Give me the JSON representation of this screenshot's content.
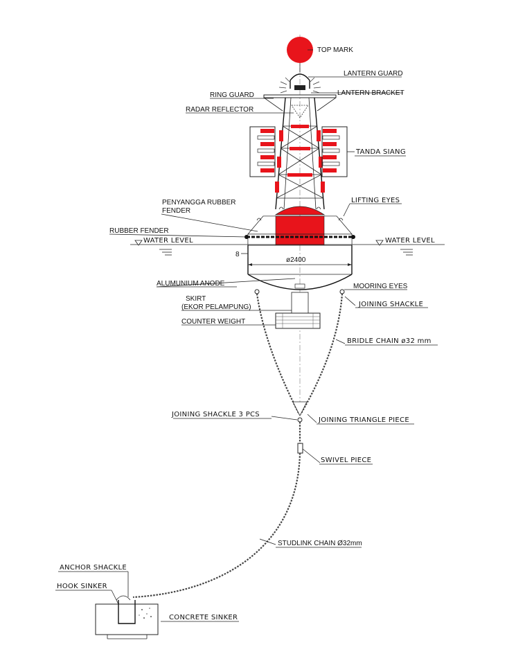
{
  "colors": {
    "red": "#e8141b",
    "line": "#222222"
  },
  "labels": {
    "top_mark": "TOP MARK",
    "lantern_guard": "LANTERN GUARD",
    "ring_guard": "RING GUARD",
    "lantern_bracket": "LANTERN BRACKET",
    "radar_reflector": "RADAR REFLECTOR",
    "tanda_siang": "TANDA SIANG",
    "penyangga_line1": "PENYANGGA RUBBER",
    "penyangga_line2": "FENDER",
    "lifting_eyes": "LIFTING EYES",
    "rubber_fender": "RUBBER FENDER",
    "water_level_left": "WATER LEVEL",
    "water_level_right": "WATER LEVEL",
    "dim_8": "8",
    "dim_2400": "ø2400",
    "alumunium_anode": "ALUMUNIUM ANODE",
    "mooring_eyes": "MOORING EYES",
    "skirt_line1": "SKIRT",
    "skirt_line2": "(EKOR PELAMPUNG)",
    "joining_shackle": "JOINING SHACKLE",
    "counter_weight": "COUNTER WEIGHT",
    "bridle_chain": "BRIDLE CHAIN ø32 mm",
    "joining_shackle_3": "JOINING SHACKLE 3 PCS",
    "joining_triangle": "JOINING TRIANGLE PIECE",
    "swivel_piece": "SWIVEL PIECE",
    "studlink_chain": "STUDLINK CHAIN Ø32mm",
    "anchor_shackle": "ANCHOR SHACKLE",
    "hook_sinker": "HOOK SINKER",
    "concrete_sinker": "CONCRETE SINKER"
  }
}
